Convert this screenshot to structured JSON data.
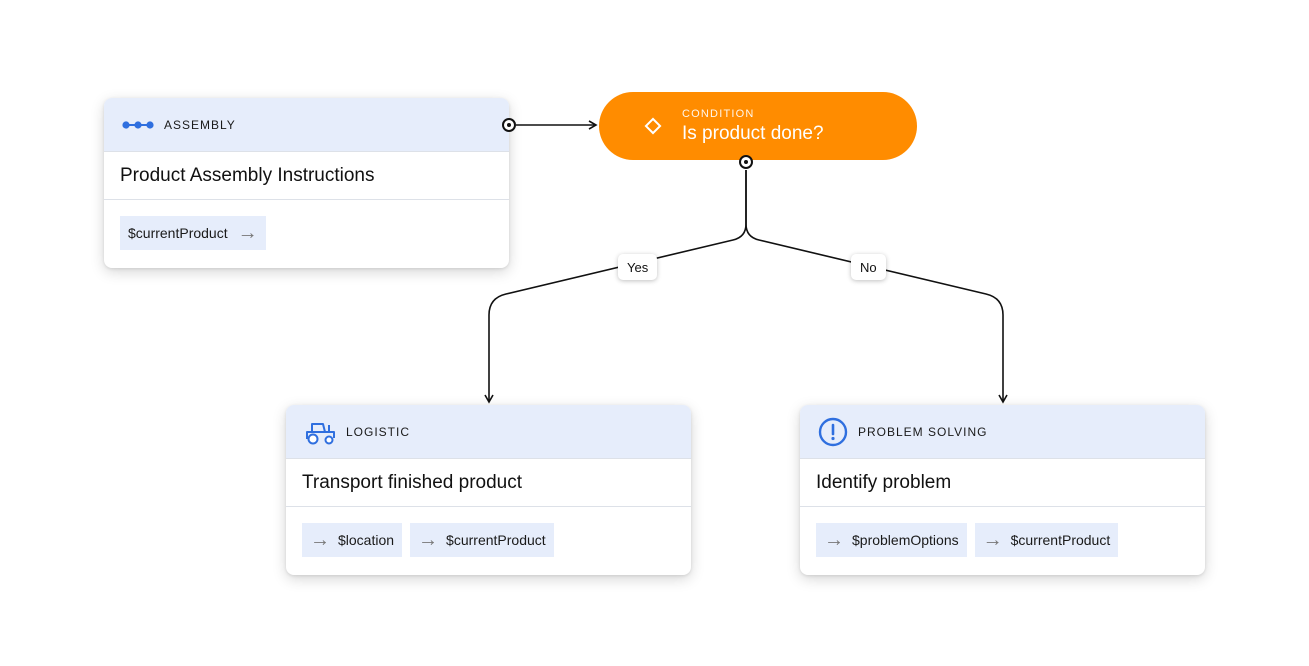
{
  "assembly_node": {
    "type_label": "ASSEMBLY",
    "icon": "connected-dots-icon",
    "title": "Product Assembly Instructions",
    "params": [
      "$currentProduct"
    ]
  },
  "condition_node": {
    "type_label": "CONDITION",
    "icon": "diamond-icon",
    "title": "Is product done?",
    "color": "#ff8c00"
  },
  "edge_labels": {
    "yes": "Yes",
    "no": "No"
  },
  "logistic_node": {
    "type_label": "LOGISTIC",
    "icon": "tractor-icon",
    "title": "Transport finished product",
    "params": [
      "$location",
      "$currentProduct"
    ]
  },
  "problem_node": {
    "type_label": "PROBLEM SOLVING",
    "icon": "exclamation-circle-icon",
    "title": "Identify problem",
    "params": [
      "$problemOptions",
      "$currentProduct"
    ]
  },
  "colors": {
    "accent": "#2f6fdf",
    "header_bg": "#e6edfb",
    "condition": "#ff8c00"
  }
}
